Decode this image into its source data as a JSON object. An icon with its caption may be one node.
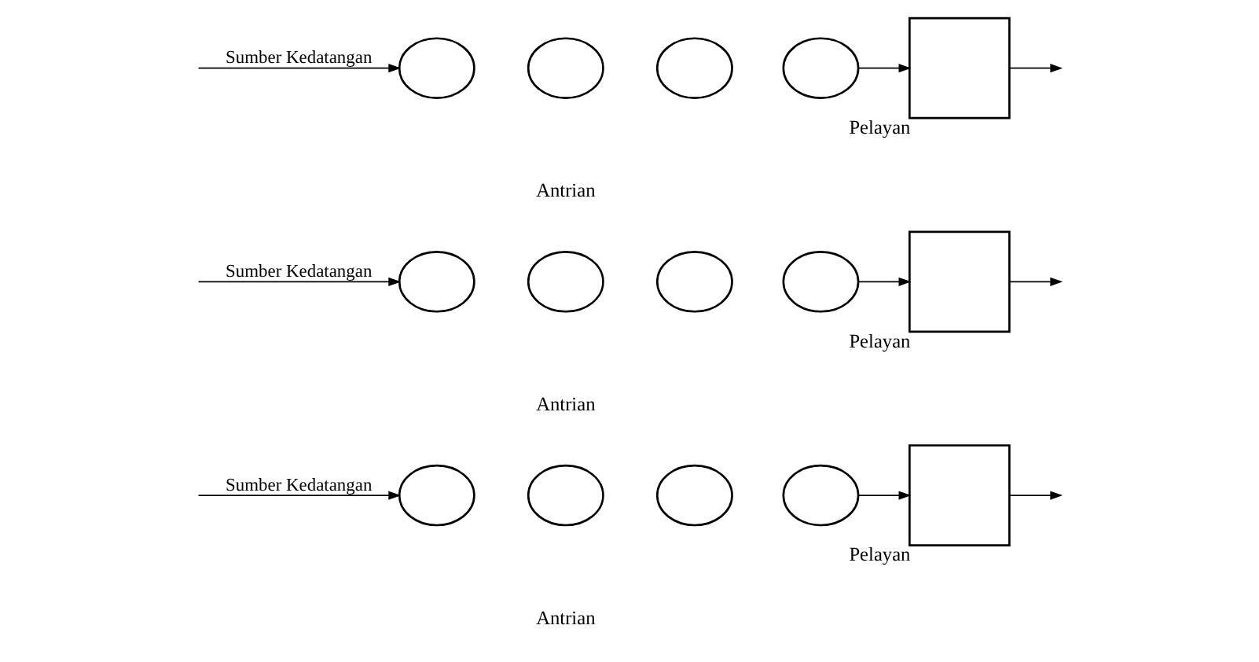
{
  "diagram": {
    "nodes": [
      {
        "text": [],
        "shape": "circle"
      },
      {
        "text": [],
        "shape": "circle"
      },
      {
        "text": [],
        "shape": "circle"
      },
      {
        "text": [],
        "shape": "circle"
      },
      {
        "text": [],
        "shape": "box",
        "beside": [
          "Pelayan"
        ]
      },
      {
        "text": [],
        "shape": "circle"
      },
      {
        "text": [],
        "shape": "circle"
      },
      {
        "text": [],
        "shape": "circle"
      },
      {
        "text": [],
        "shape": "circle"
      },
      {
        "text": [],
        "shape": "box",
        "beside": [
          "Pelayan"
        ]
      },
      {
        "text": [],
        "shape": "circle"
      },
      {
        "text": [],
        "shape": "circle"
      },
      {
        "text": [],
        "shape": "circle"
      },
      {
        "text": [],
        "shape": "circle"
      },
      {
        "text": [],
        "shape": "box",
        "beside": [
          "Pelayan"
        ]
      }
    ],
    "edges": [
      {
        "from": null,
        "to": 0,
        "arrow": "to",
        "label": "Sumber Kedatangan"
      },
      {
        "from": 3,
        "to": 4,
        "arrow": "to"
      },
      {
        "from": 4,
        "to": null,
        "arrow": "to"
      },
      {
        "from": null,
        "to": 5,
        "arrow": "to",
        "label": "Sumber Kedatangan"
      },
      {
        "from": 8,
        "to": 9,
        "arrow": "to"
      },
      {
        "from": 9,
        "to": null,
        "arrow": "to"
      },
      {
        "from": null,
        "to": 10,
        "arrow": "to",
        "label": "Sumber Kedatangan"
      },
      {
        "from": 13,
        "to": 14,
        "arrow": "to"
      },
      {
        "from": 14,
        "to": null,
        "arrow": "to"
      }
    ],
    "labels": [
      "Antrian",
      "Antrian",
      "Antrian"
    ]
  }
}
